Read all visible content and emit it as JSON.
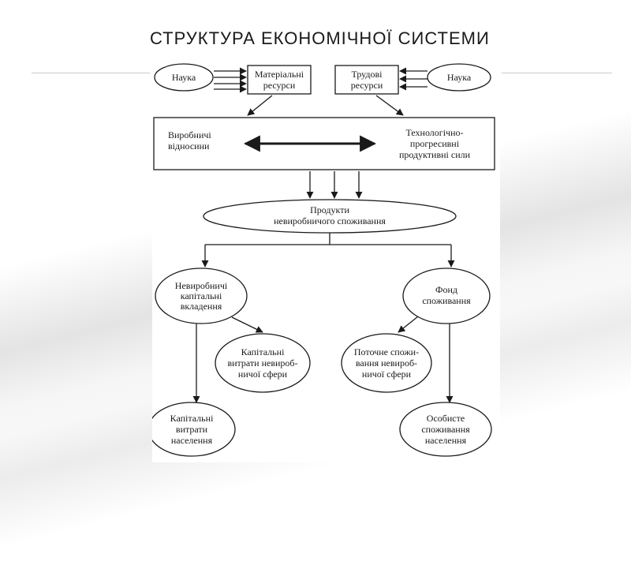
{
  "slide": {
    "title": "СТРУКТУРА ЕКОНОМІЧНОЇ СИСТЕМИ"
  },
  "diagram": {
    "nauka_left": "Наука",
    "nauka_right": "Наука",
    "material_resources": [
      "Матеріальні",
      "ресурси"
    ],
    "labor_resources": [
      "Трудові",
      "ресурси"
    ],
    "production_relations": [
      "Виробничі",
      "відносини"
    ],
    "productive_forces": [
      "Технологічно-",
      "прогресивні",
      "продуктивні сили"
    ],
    "products": [
      "Продукти",
      "невиробничого споживання"
    ],
    "nonprod_investments": [
      "Невиробничі",
      "капітальні",
      "вкладення"
    ],
    "consumption_fund": [
      "Фонд",
      "споживання"
    ],
    "capital_costs_nonprod": [
      "Капітальні",
      "витрати невироб-",
      "ничої сфери"
    ],
    "current_consumption": [
      "Поточне спожи-",
      "вання невироб-",
      "ничої сфери"
    ],
    "capital_costs_population": [
      "Капітальні",
      "витрати",
      "населення"
    ],
    "personal_consumption": [
      "Особисте",
      "споживання",
      "населення"
    ]
  }
}
